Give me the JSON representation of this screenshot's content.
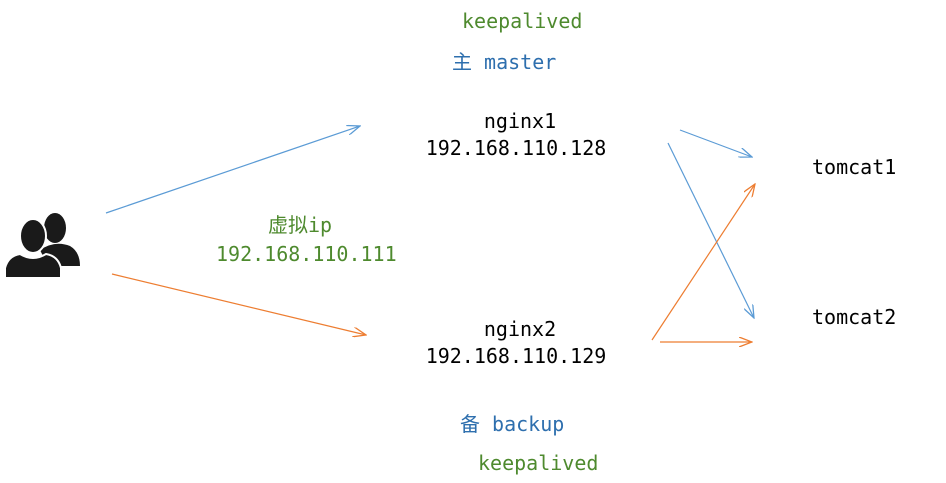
{
  "top": {
    "keepalived": "keepalived",
    "role": "主 master"
  },
  "nginx1": {
    "name": "nginx1",
    "ip": "192.168.110.128"
  },
  "vip": {
    "label": "虚拟ip",
    "ip": "192.168.110.111"
  },
  "nginx2": {
    "name": "nginx2",
    "ip": "192.168.110.129"
  },
  "bottom": {
    "role": "备 backup",
    "keepalived": "keepalived"
  },
  "tomcat1": {
    "name": "tomcat1"
  },
  "tomcat2": {
    "name": "tomcat2"
  },
  "icons": {
    "users": "users-icon"
  },
  "colors": {
    "master_line": "#5b9bd5",
    "backup_line": "#ed7d31",
    "keepalived_text": "#4e8a2e",
    "role_text": "#2e6fae",
    "users_icon": "#1a1a1a"
  }
}
